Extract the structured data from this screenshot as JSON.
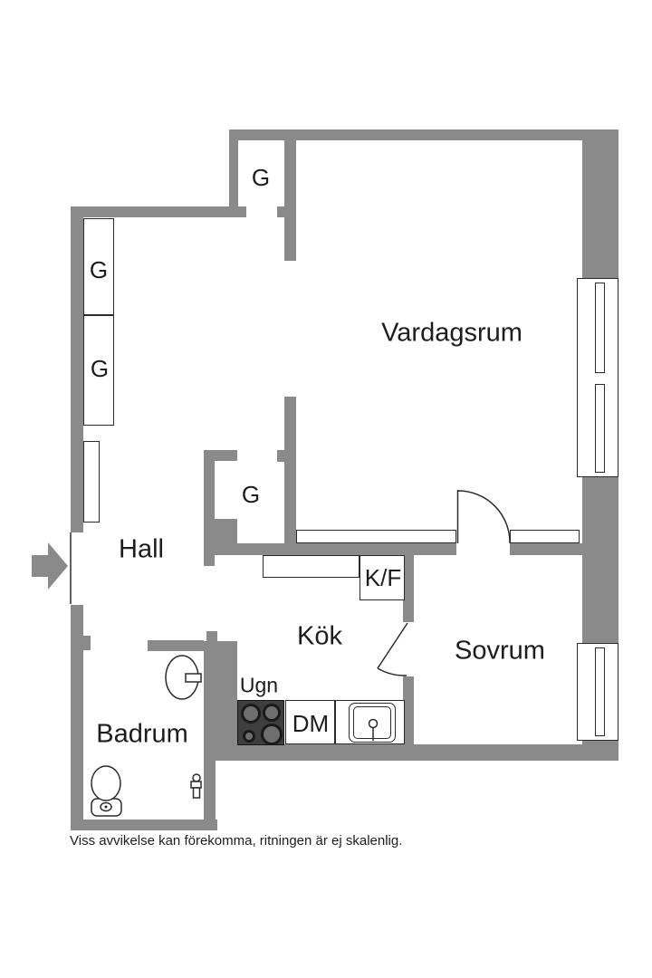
{
  "floorplan": {
    "rooms": {
      "living": "Vardagsrum",
      "hall": "Hall",
      "kitchen": "Kök",
      "bedroom": "Sovrum",
      "bathroom": "Badrum"
    },
    "fixtures": {
      "wardrobe": "G",
      "fridge_freezer": "K/F",
      "dishwasher": "DM",
      "oven": "Ugn"
    },
    "icons": {
      "entrance": "entrance-arrow",
      "toilet": "toilet-icon",
      "washbasin": "washbasin-icon",
      "kitchen_sink": "kitchen-sink-icon",
      "stove": "stove-icon",
      "windows": "window-icon",
      "doors": "door-swing-icon"
    },
    "disclaimer": "Viss avvikelse kan förekomma, ritningen är ej skalenlig.",
    "colors": {
      "paper": "#ffffff",
      "wall": "#8a8a8a",
      "line": "#2b2b2b",
      "text": "#1d1d1d",
      "stove": "#3f3f3f",
      "burner_ring": "#1a1a1a",
      "burner_fill": "#6f6f6f"
    }
  }
}
